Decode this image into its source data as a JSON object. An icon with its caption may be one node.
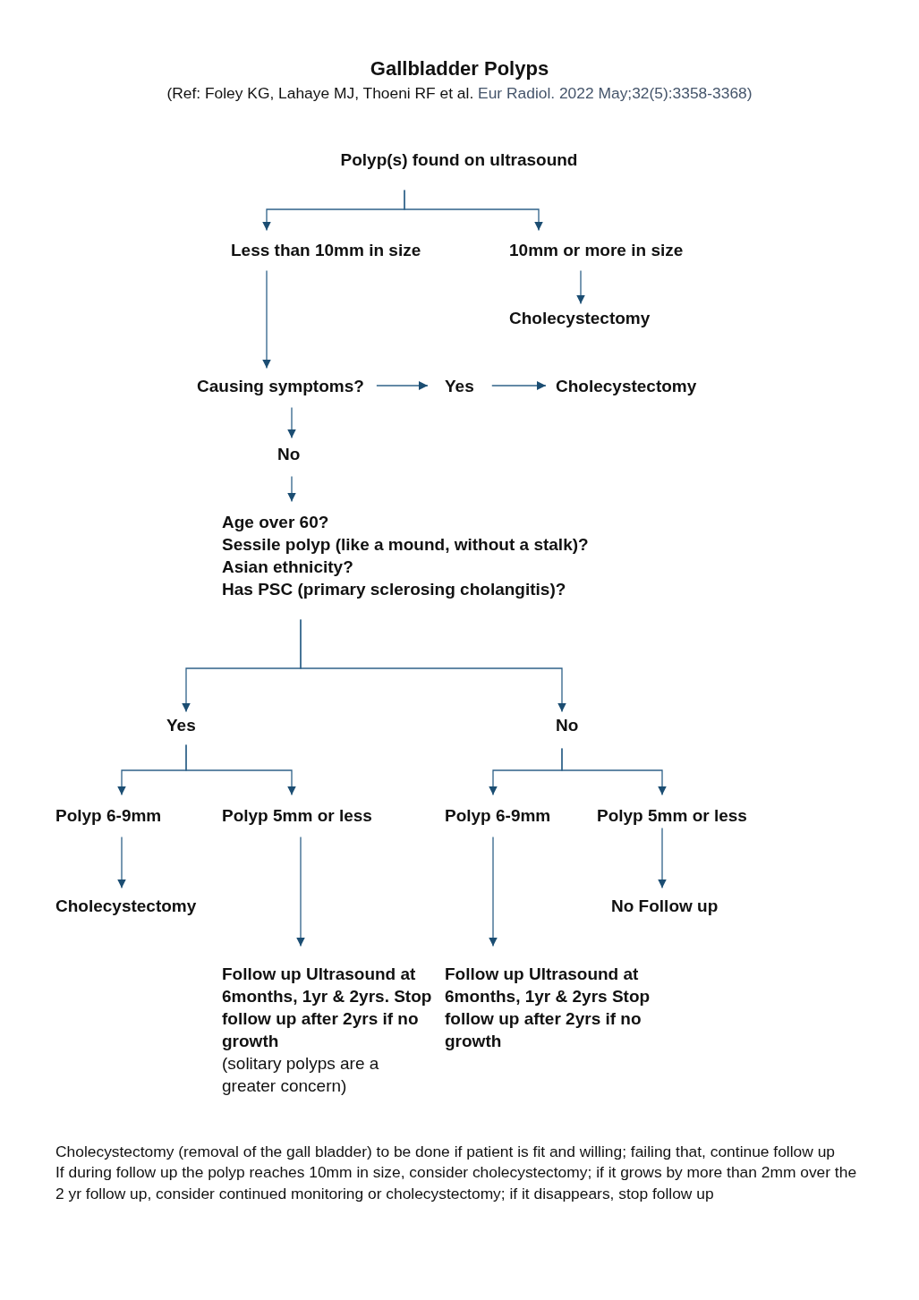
{
  "diagram": {
    "title": "Gallbladder Polyps",
    "nodes": [
      {
        "text": [
          "Polyp(s) found on ultrasound"
        ]
      },
      {
        "text": [
          "Less than 10mm in size"
        ]
      },
      {
        "text": [
          "10mm or more in size"
        ]
      },
      {
        "text": [
          "Cholecystectomy"
        ]
      },
      {
        "text": [
          "Causing symptoms?"
        ]
      },
      {
        "text": [
          "Yes"
        ]
      },
      {
        "text": [
          "Cholecystectomy"
        ]
      },
      {
        "text": [
          "No"
        ]
      },
      {
        "text": [
          "Age over 60?",
          "Sessile polyp (like a mound, without a stalk)?",
          "Asian ethnicity?",
          "Has PSC (primary sclerosing cholangitis)?"
        ]
      },
      {
        "text": [
          "Yes"
        ]
      },
      {
        "text": [
          "No"
        ]
      },
      {
        "text": [
          "Polyp 6-9mm"
        ]
      },
      {
        "text": [
          "Polyp 5mm or less"
        ]
      },
      {
        "text": [
          "Polyp 6-9mm"
        ]
      },
      {
        "text": [
          "Polyp 5mm or less"
        ]
      },
      {
        "text": [
          "Cholecystectomy"
        ]
      },
      {
        "text": [
          "No Follow up"
        ]
      },
      {
        "text": [
          "Follow up Ultrasound at 6months, 1yr & 2yrs. Stop follow up after 2yrs if no growth",
          "(solitary polyps are a greater concern)"
        ]
      },
      {
        "text": [
          "Follow up Ultrasound at 6months, 1yr & 2yrs Stop follow up after 2yrs if no growth"
        ]
      }
    ],
    "edges": [
      {
        "from": 0,
        "to": 1,
        "arrow": "to"
      },
      {
        "from": 0,
        "to": 2,
        "arrow": "to"
      },
      {
        "from": 1,
        "to": 4,
        "arrow": "to"
      },
      {
        "from": 2,
        "to": 3,
        "arrow": "to"
      },
      {
        "from": 4,
        "to": 5,
        "arrow": "to"
      },
      {
        "from": 5,
        "to": 6,
        "arrow": "to"
      },
      {
        "from": 4,
        "to": 7,
        "arrow": "to"
      },
      {
        "from": 7,
        "to": 8,
        "arrow": "to"
      },
      {
        "from": 8,
        "to": 9,
        "arrow": "to"
      },
      {
        "from": 8,
        "to": 10,
        "arrow": "to"
      },
      {
        "from": 9,
        "to": 11,
        "arrow": "to"
      },
      {
        "from": 9,
        "to": 12,
        "arrow": "to"
      },
      {
        "from": 10,
        "to": 13,
        "arrow": "to"
      },
      {
        "from": 10,
        "to": 14,
        "arrow": "to"
      },
      {
        "from": 11,
        "to": 15,
        "arrow": "to"
      },
      {
        "from": 12,
        "to": 17,
        "arrow": "to"
      },
      {
        "from": 13,
        "to": 18,
        "arrow": "to"
      },
      {
        "from": 14,
        "to": 16,
        "arrow": "to"
      }
    ],
    "labels": [
      "(Ref: Foley KG, Lahaye MJ, Thoeni RF et al.",
      "Eur Radiol. 2022 May;32(5):3358-3368)",
      "Cholecystectomy (removal of the gall bladder) to be done if patient is fit and willing; failing that, continue follow up",
      "If during follow up the polyp reaches 10mm in size, consider cholecystectomy; if it grows by more than 2mm over the 2 yr follow up, consider continued monitoring or cholecystectomy; if it disappears, stop follow up"
    ]
  }
}
